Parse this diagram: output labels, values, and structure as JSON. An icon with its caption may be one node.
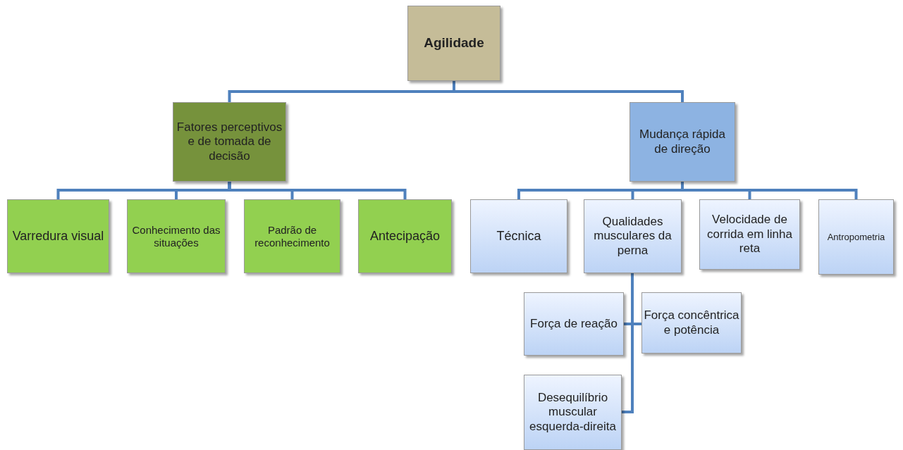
{
  "diagram": {
    "nodes": [
      {
        "text": [
          "Agilidade"
        ]
      },
      {
        "text": [
          "Fatores perceptivos e de tomada de decisão"
        ]
      },
      {
        "text": [
          "Mudança rápida de direção"
        ]
      },
      {
        "text": [
          "Varredura visual"
        ]
      },
      {
        "text": [
          "Conhecimento das situações"
        ]
      },
      {
        "text": [
          "Padrão de reconhecimento"
        ]
      },
      {
        "text": [
          "Antecipação"
        ]
      },
      {
        "text": [
          "Técnica"
        ]
      },
      {
        "text": [
          "Qualidades musculares da perna"
        ]
      },
      {
        "text": [
          "Velocidade de corrida em linha reta"
        ]
      },
      {
        "text": [
          "Antropometria"
        ]
      },
      {
        "text": [
          "Força de reação"
        ]
      },
      {
        "text": [
          "Força concêntrica e potência"
        ]
      },
      {
        "text": [
          "Desequilíbrio muscular esquerda-direita"
        ]
      }
    ],
    "edges": [
      {
        "from": 0,
        "to": 1,
        "arrow": "none"
      },
      {
        "from": 0,
        "to": 2,
        "arrow": "none"
      },
      {
        "from": 1,
        "to": 3,
        "arrow": "none"
      },
      {
        "from": 1,
        "to": 4,
        "arrow": "none"
      },
      {
        "from": 1,
        "to": 5,
        "arrow": "none"
      },
      {
        "from": 1,
        "to": 6,
        "arrow": "none"
      },
      {
        "from": 2,
        "to": 7,
        "arrow": "none"
      },
      {
        "from": 2,
        "to": 8,
        "arrow": "none"
      },
      {
        "from": 2,
        "to": 9,
        "arrow": "none"
      },
      {
        "from": 2,
        "to": 10,
        "arrow": "none"
      },
      {
        "from": 8,
        "to": 11,
        "arrow": "none"
      },
      {
        "from": 8,
        "to": 12,
        "arrow": "none"
      },
      {
        "from": 8,
        "to": 13,
        "arrow": "none"
      }
    ]
  }
}
